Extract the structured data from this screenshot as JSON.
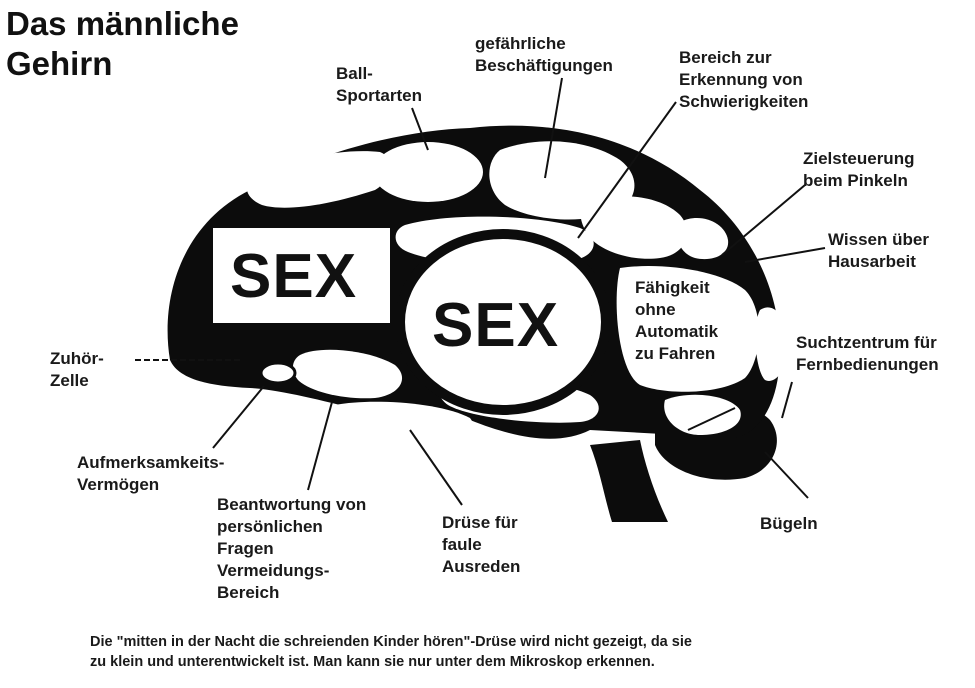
{
  "title": {
    "line1": "Das männliche",
    "line2": "Gehirn"
  },
  "center_labels": {
    "left_box": "SEX",
    "circle": "SEX"
  },
  "labels": {
    "ball": [
      "Ball-",
      "Sportarten"
    ],
    "dangerous": [
      "gefährliche",
      "Beschäftigungen"
    ],
    "difficulties": [
      "Bereich zur",
      "Erkennung von",
      "Schwierigkeiten"
    ],
    "aim": [
      "Zielsteuerung",
      "beim Pinkeln"
    ],
    "housework": [
      "Wissen über",
      "Hausarbeit"
    ],
    "driving": [
      "Fähigkeit",
      "ohne",
      "Automatik",
      "zu Fahren"
    ],
    "remote": [
      "Suchtzentrum für",
      "Fernbedienungen"
    ],
    "listener": [
      "Zuhör-",
      "Zelle"
    ],
    "attention": [
      "Aufmerksamkeits-",
      "Vermögen"
    ],
    "answering": [
      "Beantwortung von",
      "persönlichen",
      "Fragen",
      "Vermeidungs-",
      "Bereich"
    ],
    "gland": [
      "Drüse für",
      "faule",
      "Ausreden"
    ],
    "ironing": [
      "Bügeln"
    ]
  },
  "footnote": [
    "Die \"mitten in der Nacht die schreienden Kinder hören\"-Drüse wird nicht gezeigt, da sie",
    "zu klein und unterentwickelt ist. Man kann sie nur unter dem Mikroskop erkennen."
  ]
}
